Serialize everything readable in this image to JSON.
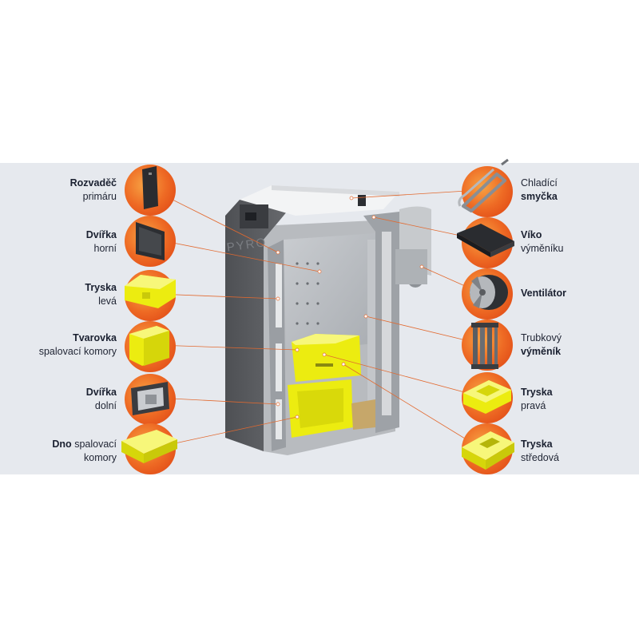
{
  "colors": {
    "panel_bg": "#e6e9ee",
    "accent_orange": "#e9561c",
    "accent_orange_light": "#f59a3c",
    "insulation_yellow": "#ecec10",
    "leader_line": "#e2692f",
    "casing_dark": "#5a5c60",
    "casing_light": "#bfc2c6",
    "text": "#1f2433"
  },
  "brand_mark": "PYRO",
  "labels_left": [
    {
      "id": "rozvadec",
      "bold": "Rozvaděč",
      "regular": "primáru",
      "bold_first": true,
      "split": true,
      "icon": "control-panel-icon"
    },
    {
      "id": "dvirka-horni",
      "bold": "Dvířka",
      "regular": "horní",
      "bold_first": true,
      "split": true,
      "icon": "upper-door-icon"
    },
    {
      "id": "tryska-leva",
      "bold": "Tryska",
      "regular": "levá",
      "bold_first": true,
      "split": true,
      "icon": "left-nozzle-icon"
    },
    {
      "id": "tvarovka",
      "bold": "Tvarovka",
      "regular": "spalovací komory",
      "bold_first": true,
      "split": true,
      "icon": "chamber-block-icon"
    },
    {
      "id": "dvirka-dolni",
      "bold": "Dvířka",
      "regular": "dolní",
      "bold_first": true,
      "split": true,
      "icon": "lower-door-icon"
    },
    {
      "id": "dno",
      "bold": "Dno",
      "regular": "spalovací",
      "regular2": "komory",
      "bold_first": true,
      "split": false,
      "icon": "chamber-bottom-icon"
    }
  ],
  "labels_right": [
    {
      "id": "chladici-smycka",
      "regular": "Chladící",
      "bold": "smyčka",
      "bold_first": false,
      "icon": "cooling-loop-icon"
    },
    {
      "id": "viko",
      "bold": "Víko",
      "regular": "výměníku",
      "bold_first": true,
      "icon": "exchanger-lid-icon"
    },
    {
      "id": "ventilator",
      "bold": "Ventilátor",
      "regular": "",
      "bold_first": true,
      "icon": "fan-icon"
    },
    {
      "id": "trubkovy",
      "regular": "Trubkový",
      "bold": "výměník",
      "bold_first": false,
      "icon": "tube-exchanger-icon"
    },
    {
      "id": "tryska-prava",
      "bold": "Tryska",
      "regular": "pravá",
      "bold_first": true,
      "icon": "right-nozzle-icon"
    },
    {
      "id": "tryska-stredova",
      "bold": "Tryska",
      "regular": "středová",
      "bold_first": true,
      "icon": "center-nozzle-icon"
    }
  ]
}
